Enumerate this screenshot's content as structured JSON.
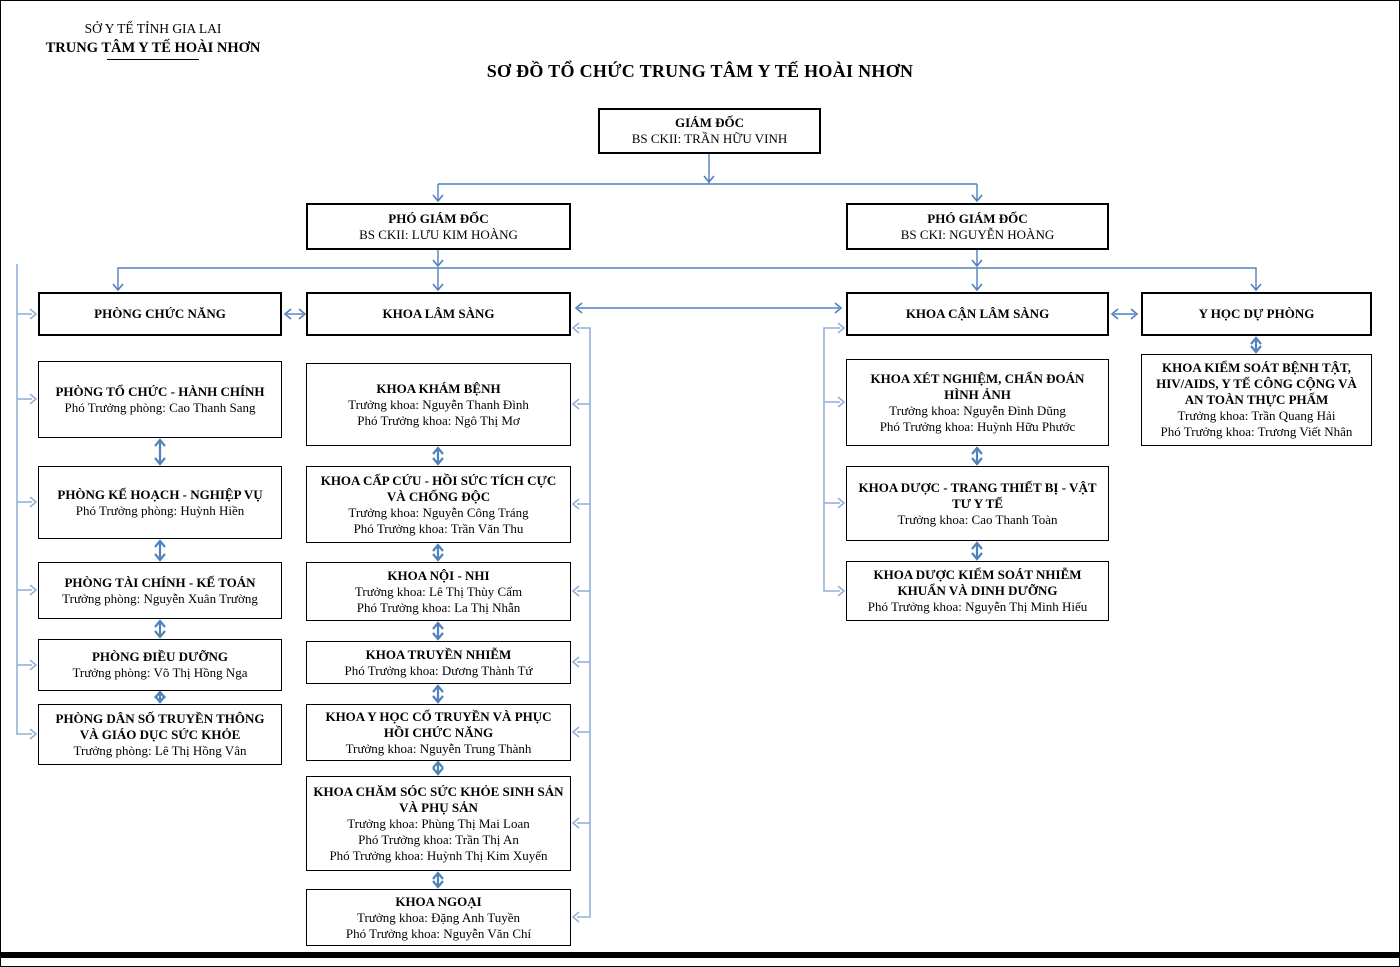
{
  "letterhead": {
    "line1": "SỞ Y TẾ TỈNH GIA LAI",
    "line2": "TRUNG TÂM Y TẾ HOÀI NHƠN"
  },
  "title": "SƠ ĐỒ TỔ CHỨC TRUNG TÂM Y TẾ HOÀI NHƠN",
  "colors": {
    "connector": "#4f81bd",
    "connector_light": "#94b2d8",
    "box_border": "#000000"
  },
  "org": {
    "director": {
      "title": "GIÁM ĐỐC",
      "lines": [
        "BS CKII: TRẦN HỮU VINH"
      ]
    },
    "deputies": [
      {
        "title": "PHÓ GIÁM ĐỐC",
        "lines": [
          "BS CKII: LƯU KIM HOÀNG"
        ]
      },
      {
        "title": "PHÓ GIÁM ĐỐC",
        "lines": [
          "BS CKI: NGUYỄN HOÀNG"
        ]
      }
    ],
    "groups": [
      {
        "title": "PHÒNG CHỨC NĂNG"
      },
      {
        "title": "KHOA LÂM SÀNG"
      },
      {
        "title": "KHOA CẬN LÂM SÀNG"
      },
      {
        "title": "Y HỌC DỰ PHÒNG"
      }
    ],
    "functional": [
      {
        "title": "PHÒNG TỔ CHỨC - HÀNH CHÍNH",
        "lines": [
          "Phó Trưởng phòng: Cao Thanh Sang"
        ]
      },
      {
        "title": "PHÒNG KẾ HOẠCH - NGHIỆP VỤ",
        "lines": [
          "Phó Trưởng phòng: Huỳnh Hiền"
        ]
      },
      {
        "title": "PHÒNG TÀI CHÍNH - KẾ TOÁN",
        "lines": [
          "Trưởng phòng: Nguyễn Xuân Trường"
        ]
      },
      {
        "title": "PHÒNG ĐIỀU DƯỠNG",
        "lines": [
          "Trưởng phòng: Võ Thị Hồng Nga"
        ]
      },
      {
        "title": "PHÒNG DÂN SỐ TRUYỀN THÔNG VÀ GIÁO DỤC SỨC KHỎE",
        "lines": [
          "Trưởng phòng: Lê Thị Hồng Vân"
        ]
      }
    ],
    "clinical": [
      {
        "title": "KHOA KHÁM BỆNH",
        "lines": [
          "Trưởng khoa: Nguyễn Thanh Đình",
          "Phó Trưởng khoa: Ngô Thị Mơ"
        ]
      },
      {
        "title": "KHOA CẤP CỨU - HỒI SỨC TÍCH CỰC VÀ CHỐNG ĐỘC",
        "lines": [
          "Trưởng khoa: Nguyễn Công Tráng",
          "Phó Trưởng khoa: Trần Văn Thu"
        ]
      },
      {
        "title": "KHOA NỘI - NHI",
        "lines": [
          "Trưởng khoa: Lê Thị Thùy Cẩm",
          "Phó Trưởng khoa: La Thị Nhẫn"
        ]
      },
      {
        "title": "KHOA TRUYỀN NHIỄM",
        "lines": [
          "Phó Trưởng khoa: Dương Thành Tứ"
        ]
      },
      {
        "title": "KHOA Y HỌC CỔ TRUYỀN VÀ PHỤC HỒI CHỨC NĂNG",
        "lines": [
          "Trưởng khoa: Nguyễn Trung Thành"
        ]
      },
      {
        "title": "KHOA CHĂM SÓC SỨC KHỎE SINH SẢN VÀ PHỤ SẢN",
        "lines": [
          "Trưởng khoa: Phùng Thị Mai Loan",
          "Phó Trưởng khoa: Trần Thị An",
          "Phó Trưởng khoa: Huỳnh Thị Kim Xuyến"
        ]
      },
      {
        "title": "KHOA NGOẠI",
        "lines": [
          "Trưởng khoa: Đặng Anh Tuyền",
          "Phó Trưởng khoa: Nguyễn Văn Chí"
        ]
      }
    ],
    "paraclinical": [
      {
        "title": "KHOA XÉT NGHIỆM, CHẨN ĐOÁN HÌNH ẢNH",
        "lines": [
          "Trưởng khoa: Nguyễn Đình Dũng",
          "Phó Trưởng khoa: Huỳnh Hữu Phước"
        ]
      },
      {
        "title": "KHOA DƯỢC - TRANG THIẾT BỊ - VẬT TƯ Y TẾ",
        "lines": [
          "Trưởng khoa: Cao Thanh Toàn"
        ]
      },
      {
        "title": "KHOA DƯỢC KIỂM SOÁT NHIỄM KHUẨN VÀ DINH DƯỠNG",
        "lines": [
          "Phó Trưởng khoa: Nguyễn Thị Minh Hiếu"
        ]
      }
    ],
    "preventive": [
      {
        "title": "KHOA KIỂM SOÁT BỆNH TẬT, HIV/AIDS, Y TẾ CÔNG CỘNG VÀ AN TOÀN THỰC PHẨM",
        "lines": [
          "Trưởng khoa: Trần Quang Hải",
          "Phó Trưởng khoa: Trương Viết Nhân"
        ]
      }
    ]
  }
}
